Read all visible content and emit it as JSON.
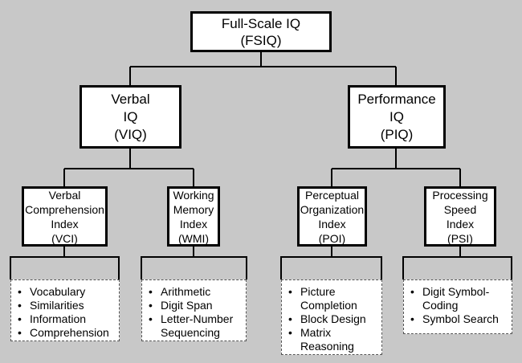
{
  "colors": {
    "background": "#c8c8c8",
    "box": "#ffffff",
    "line": "#000000"
  },
  "fsiq": {
    "line1": "Full-Scale IQ",
    "line2": "(FSIQ)"
  },
  "viq": {
    "line1": "Verbal",
    "line2": "IQ",
    "line3": "(VIQ)"
  },
  "piq": {
    "line1": "Performance",
    "line2": "IQ",
    "line3": "(PIQ)"
  },
  "vci": {
    "line1": "Verbal",
    "line2": "Comprehension",
    "line3": "Index",
    "line4": "(VCI)",
    "subtests": [
      "Vocabulary",
      "Similarities",
      "Information",
      "Comprehension"
    ]
  },
  "wmi": {
    "line1": "Working",
    "line2": "Memory",
    "line3": "Index",
    "line4": "(WMI)",
    "subtests": [
      "Arithmetic",
      "Digit Span",
      "Letter-Number Sequencing"
    ]
  },
  "poi": {
    "line1": "Perceptual",
    "line2": "Organization",
    "line3": "Index",
    "line4": "(POI)",
    "subtests": [
      "Picture Completion",
      "Block Design",
      "Matrix Reasoning"
    ]
  },
  "psi": {
    "line1": "Processing",
    "line2": "Speed",
    "line3": "Index",
    "line4": "(PSI)",
    "subtests": [
      "Digit Symbol-Coding",
      "Symbol Search"
    ]
  }
}
